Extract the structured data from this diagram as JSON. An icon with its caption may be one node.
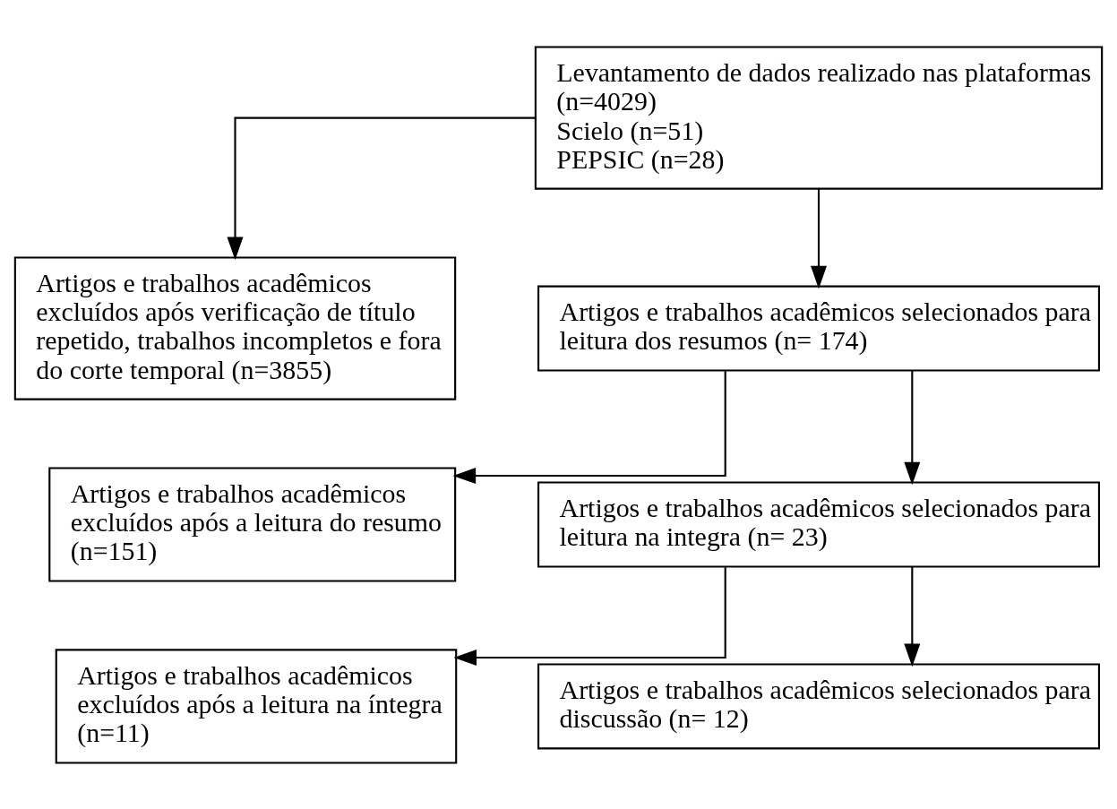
{
  "diagram": {
    "nodes": [
      {
        "text": [
          "Levantamento de dados realizado nas plataformas (n=4029)",
          "Scielo (n=51)",
          "PEPSIC (n=28)"
        ]
      },
      {
        "text": [
          "Artigos e trabalhos acadêmicos excluídos após verificação de título repetido, trabalhos incompletos e fora do corte temporal (n=3855)"
        ]
      },
      {
        "text": [
          "Artigos e trabalhos acadêmicos selecionados para leitura dos resumos (n= 174)"
        ]
      },
      {
        "text": [
          "Artigos e trabalhos acadêmicos excluídos após a leitura do resumo (n=151)"
        ]
      },
      {
        "text": [
          "Artigos e trabalhos acadêmicos selecionados para leitura na integra (n= 23)"
        ]
      },
      {
        "text": [
          "Artigos e trabalhos acadêmicos excluídos após a leitura na íntegra (n=11)"
        ]
      },
      {
        "text": [
          "Artigos e trabalhos acadêmicos selecionados para discussão (n= 12)"
        ]
      }
    ],
    "edges": [
      {
        "from": 0,
        "to": 2,
        "arrow": "to"
      },
      {
        "from": 0,
        "to": 1,
        "arrow": "to"
      },
      {
        "from": 2,
        "to": 4,
        "arrow": "to"
      },
      {
        "from": 2,
        "to": 3,
        "arrow": "to"
      },
      {
        "from": 4,
        "to": 6,
        "arrow": "to"
      },
      {
        "from": 4,
        "to": 5,
        "arrow": "to"
      }
    ]
  }
}
